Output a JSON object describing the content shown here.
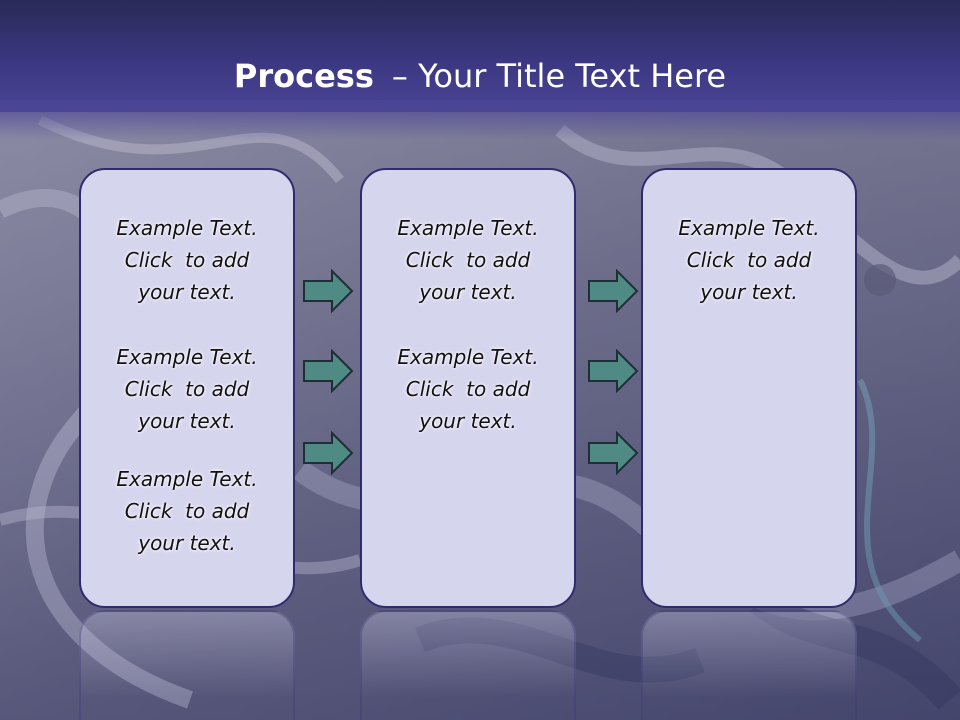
{
  "title": {
    "bold": "Process",
    "rest": "– Your Title Text Here"
  },
  "colors": {
    "title_band": "#3b3781",
    "panel_fill": "#d6d5ee",
    "panel_border": "#2f2c6d",
    "arrow_fill": "#4f8a84"
  },
  "panels": [
    {
      "blocks": [
        {
          "line1": "Example Text.",
          "line2": "Click  to add",
          "line3": "your text."
        },
        {
          "line1": "Example Text.",
          "line2": "Click  to add",
          "line3": "your text."
        },
        {
          "line1": "Example Text.",
          "line2": "Click  to add",
          "line3": "your text."
        }
      ]
    },
    {
      "blocks": [
        {
          "line1": "Example Text.",
          "line2": "Click  to add",
          "line3": "your text."
        },
        {
          "line1": "Example Text.",
          "line2": "Click  to add",
          "line3": "your text."
        }
      ]
    },
    {
      "blocks": [
        {
          "line1": "Example Text.",
          "line2": "Click  to add",
          "line3": "your text."
        }
      ]
    }
  ],
  "arrows": [
    {
      "icon": "right-arrow-icon"
    },
    {
      "icon": "right-arrow-icon"
    },
    {
      "icon": "right-arrow-icon"
    },
    {
      "icon": "right-arrow-icon"
    },
    {
      "icon": "right-arrow-icon"
    },
    {
      "icon": "right-arrow-icon"
    }
  ]
}
